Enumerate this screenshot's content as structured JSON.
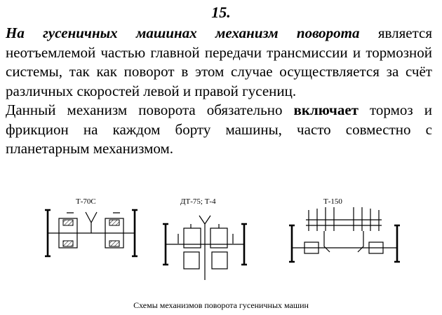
{
  "slide_number": "15.",
  "paragraph1": {
    "lead": "На гусеничных машинах механизм поворота",
    "rest": " является неотъемлемой частью главной передачи трансмиссии и тормозной системы, так как поворот в этом случае осуществляется за счёт различных скоростей левой и правой гусениц."
  },
  "paragraph2": {
    "start": "Данный механизм поворота обязательно ",
    "emphasis": "включает",
    "end": " тормоз и фрикцион на каждом борту машины, часто совместно с планетарным механизмом."
  },
  "diagrams": [
    {
      "label": "Т-70С"
    },
    {
      "label": "ДТ-75; Т-4"
    },
    {
      "label": "Т-150"
    }
  ],
  "caption": "Схемы механизмов поворота гусеничных машин"
}
